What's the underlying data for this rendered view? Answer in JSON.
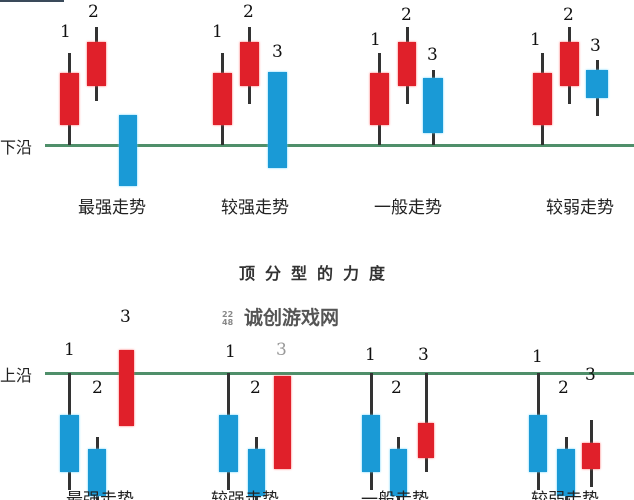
{
  "top": {
    "edge_label": "下沿",
    "groups": [
      {
        "label": "最强走势",
        "numbers": [
          "1",
          "2"
        ]
      },
      {
        "label": "较强走势",
        "numbers": [
          "1",
          "2",
          "3"
        ]
      },
      {
        "label": "一般走势",
        "numbers": [
          "1",
          "2",
          "3"
        ]
      },
      {
        "label": "较弱走势",
        "numbers": [
          "1",
          "2",
          "3"
        ]
      }
    ]
  },
  "title": "顶分型的力度",
  "watermark": "诚创游戏网",
  "bottom": {
    "edge_label": "上沿",
    "groups": [
      {
        "label": "最强走势",
        "numbers": [
          "1",
          "2",
          "3"
        ]
      },
      {
        "label": "较强走势",
        "numbers": [
          "1",
          "2",
          "3"
        ]
      },
      {
        "label": "一般走势",
        "numbers": [
          "1",
          "2",
          "3"
        ]
      },
      {
        "label": "较弱走势",
        "numbers": [
          "1",
          "2",
          "3"
        ]
      }
    ]
  },
  "colors": {
    "up": "#e0202a",
    "down": "#1a9ad6",
    "edge_line": "#4f8f6a"
  }
}
